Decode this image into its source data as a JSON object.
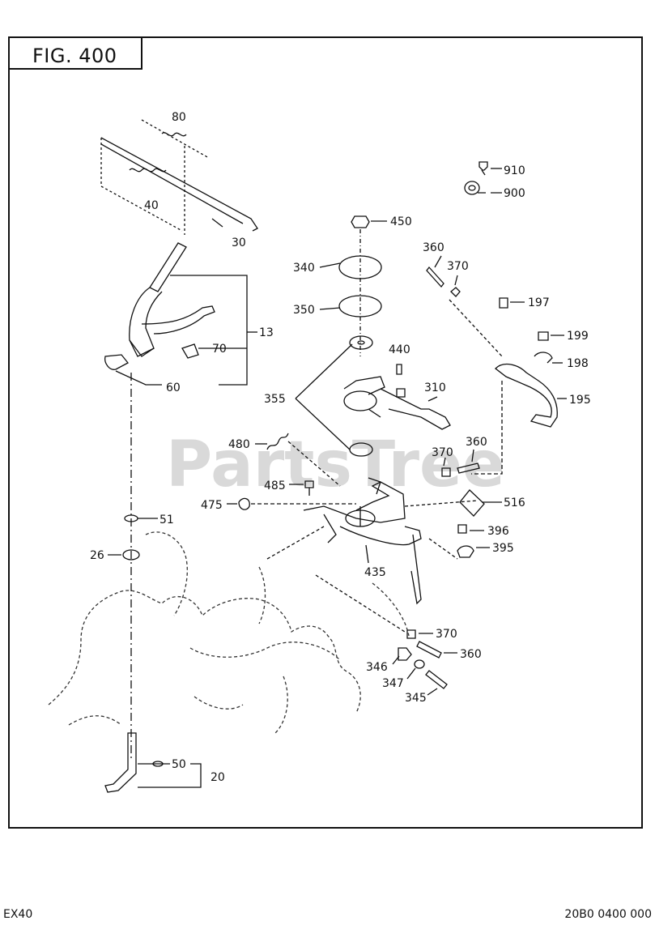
{
  "figure_title": "FIG. 400",
  "watermark": "PartsTree",
  "footer": {
    "model": "EX40",
    "code": "20B0 0400 000"
  },
  "part_labels": {
    "p80": "80",
    "p40": "40",
    "p30": "30",
    "p13": "13",
    "p70": "70",
    "p60": "60",
    "p910": "910",
    "p900": "900",
    "p450": "450",
    "p360a": "360",
    "p370a": "370",
    "p340": "340",
    "p350": "350",
    "p197": "197",
    "p199": "199",
    "p198": "198",
    "p195": "195",
    "p440": "440",
    "p310": "310",
    "p355": "355",
    "p480": "480",
    "p370b": "370",
    "p360b": "360",
    "p485": "485",
    "p475": "475",
    "p516": "516",
    "p51": "51",
    "p26": "26",
    "p396": "396",
    "p395": "395",
    "p435": "435",
    "p370c": "370",
    "p360c": "360",
    "p346": "346",
    "p347": "347",
    "p345": "345",
    "p50": "50",
    "p20": "20"
  }
}
